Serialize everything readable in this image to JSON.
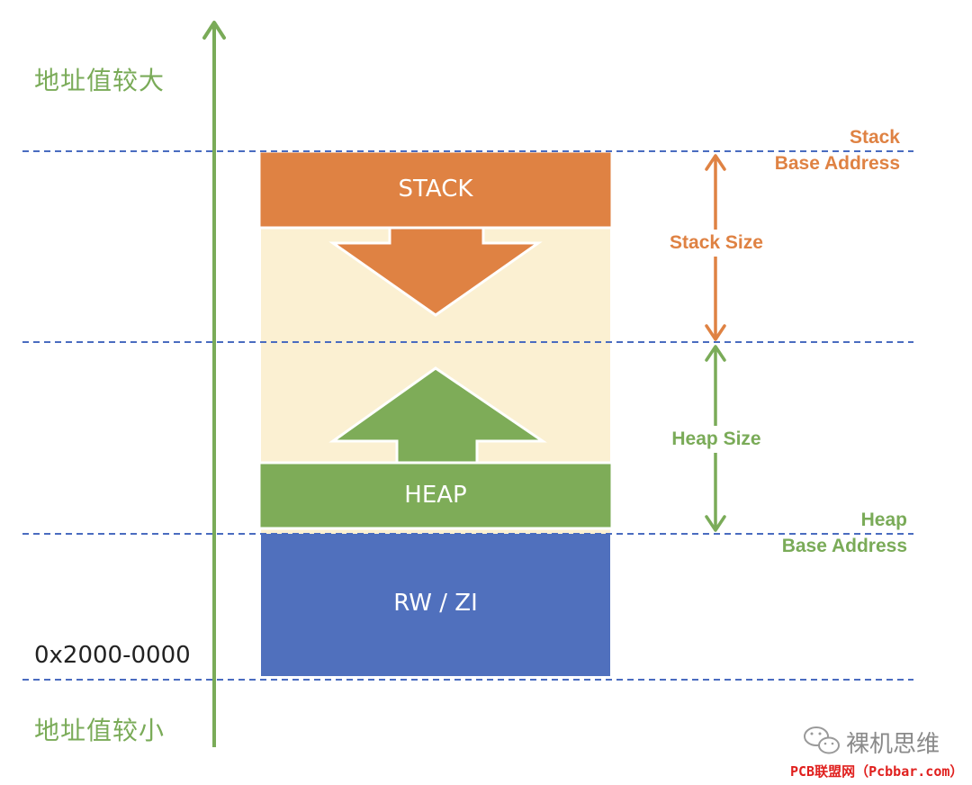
{
  "axis": {
    "top_label": "地址值较大",
    "bottom_label": "地址值较小",
    "color": "#7aab58"
  },
  "regions": {
    "stack": {
      "label": "STACK",
      "color": "#df8243"
    },
    "heap": {
      "label": "HEAP",
      "color": "#7eac58"
    },
    "rw_zi": {
      "label": "RW / ZI",
      "color": "#5070bd"
    },
    "free_space_color": "#fbf0d2"
  },
  "annotations": {
    "stack_base_line1": "Stack",
    "stack_base_line2": "Base Address",
    "stack_size": "Stack Size",
    "heap_size": "Heap Size",
    "heap_base_line1": "Heap",
    "heap_base_line2": "Base Address",
    "start_address": "0x2000-0000",
    "stack_color": "#df8243",
    "heap_color": "#7aab58",
    "guide_line_color": "#4a6cc0"
  },
  "watermark": {
    "icon": "wechat-icon",
    "name": "裸机思维",
    "site": "PCB联盟网（Pcbbar.com）"
  }
}
